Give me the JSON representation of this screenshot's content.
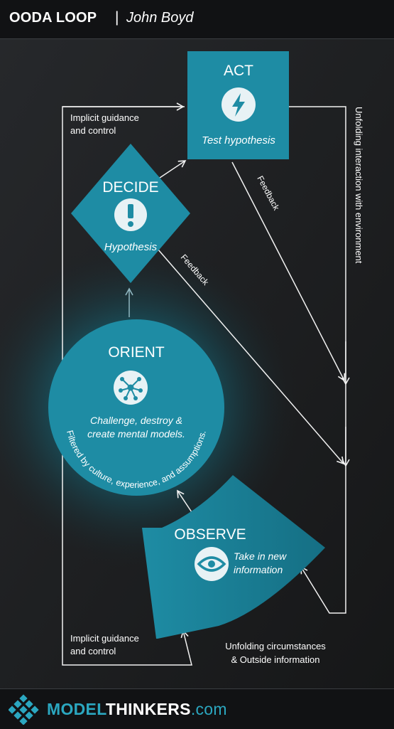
{
  "header": {
    "title": "OODA LOOP",
    "separator": "|",
    "author": "John Boyd"
  },
  "stages": {
    "act": {
      "label": "ACT",
      "sub": "Test hypothesis",
      "icon": "lightning-icon"
    },
    "decide": {
      "label": "DECIDE",
      "sub": "Hypothesis",
      "icon": "exclamation-icon"
    },
    "orient": {
      "label": "ORIENT",
      "sub_line1": "Challenge, destroy &",
      "sub_line2": "create mental models.",
      "arc_text": "Filtered by culture, experience, and assumptions.",
      "icon": "network-icon"
    },
    "observe": {
      "label": "OBSERVE",
      "sub_line1": "Take in new",
      "sub_line2": "information",
      "icon": "eye-icon"
    }
  },
  "labels": {
    "guidance_top_line1": "Implicit guidance",
    "guidance_top_line2": "and control",
    "guidance_bottom_line1": "Implicit guidance",
    "guidance_bottom_line2": "and control",
    "feedback_act": "Feedback",
    "feedback_decide": "Feedback",
    "environment": "Unfolding interaction with environment",
    "circumstances_line1": "Unfolding circumstances",
    "circumstances_line2": "& Outside information"
  },
  "footer": {
    "brand_part1": "MODEL",
    "brand_part2": "THINKERS",
    "brand_part3": ".com"
  },
  "colors": {
    "teal": "#1e8ca4",
    "teal_dark": "#156f84",
    "background": "#1b1c1e",
    "line": "#f2f2f2",
    "brand_blue": "#2ba7c0"
  }
}
